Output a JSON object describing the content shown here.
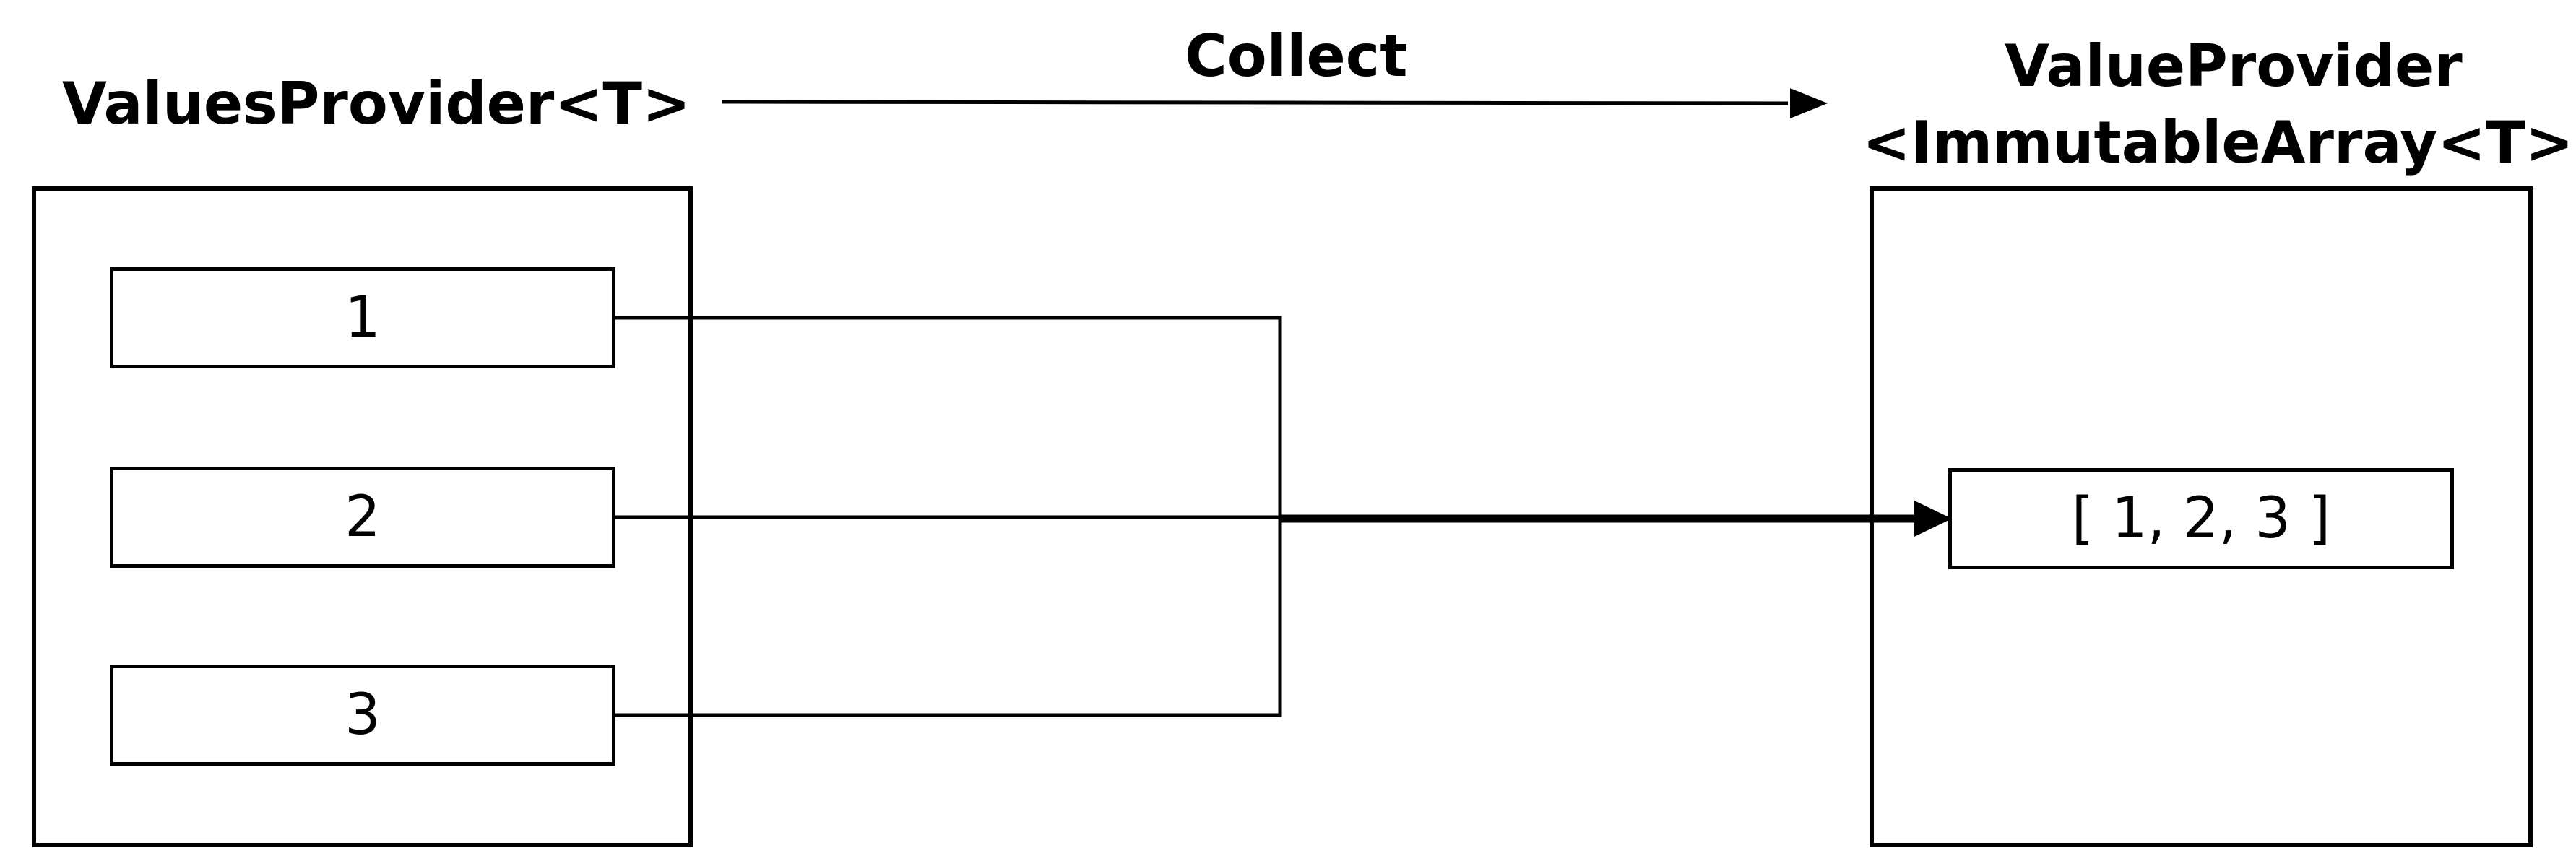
{
  "diagram": {
    "source": {
      "title": "ValuesProvider<T>",
      "items": [
        "1",
        "2",
        "3"
      ]
    },
    "operation": {
      "label": "Collect"
    },
    "target": {
      "title_line1": "ValueProvider",
      "title_line2": "<ImmutableArray<T>>",
      "value": "[ 1, 2, 3 ]"
    }
  }
}
